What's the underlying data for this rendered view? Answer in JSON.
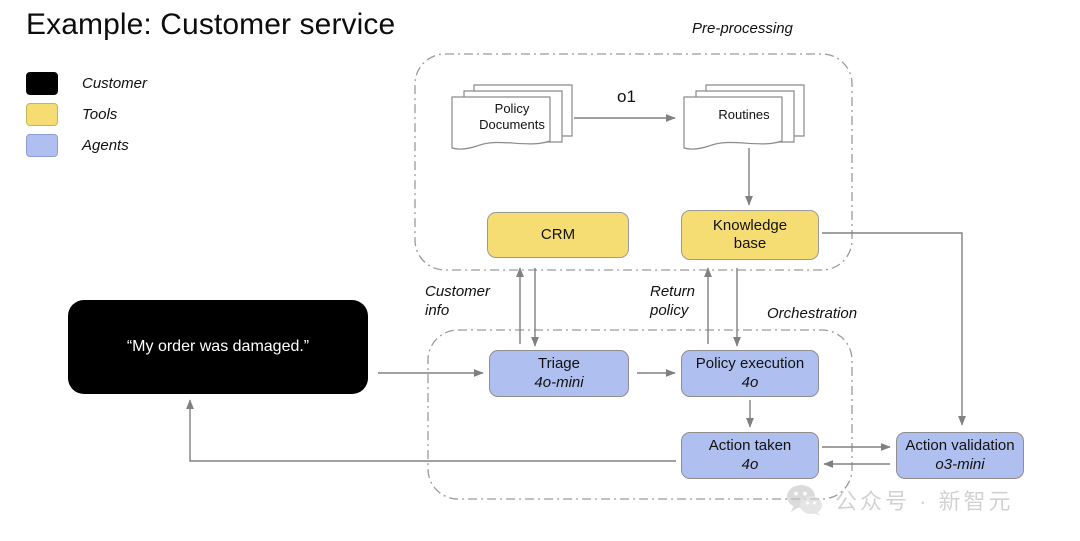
{
  "title": "Example: Customer service",
  "colors": {
    "customer": "#000000",
    "tools": "#F6DD73",
    "agents": "#AFC0F0",
    "stroke": "#6e6e6e",
    "group_border": "#9a9a9a"
  },
  "legend": {
    "items": [
      {
        "label": "Customer",
        "color": "#000000",
        "swatch": "customer"
      },
      {
        "label": "Tools",
        "color": "#F6DD73",
        "swatch": "tools"
      },
      {
        "label": "Agents",
        "color": "#AFC0F0",
        "swatch": "agents"
      }
    ]
  },
  "groups": [
    {
      "id": "pre-processing",
      "label": "Pre-processing"
    },
    {
      "id": "orchestration",
      "label": "Orchestration"
    }
  ],
  "nodes": {
    "policy_documents": {
      "label": "Policy\nDocuments",
      "line1": "Policy",
      "line2": "Documents",
      "type": "document-stack"
    },
    "routines": {
      "label": "Routines",
      "line1": "Routines",
      "line2": "",
      "type": "document-stack"
    },
    "crm": {
      "title": "CRM",
      "subtitle": "",
      "type": "tool"
    },
    "knowledge_base": {
      "title": "Knowledge",
      "title2": "base",
      "subtitle": "",
      "type": "tool"
    },
    "customer": {
      "title": "“My order was damaged.”",
      "type": "customer"
    },
    "triage": {
      "title": "Triage",
      "subtitle": "4o-mini",
      "type": "agent"
    },
    "policy_execution": {
      "title": "Policy execution",
      "subtitle": "4o",
      "type": "agent"
    },
    "action_taken": {
      "title": "Action taken",
      "subtitle": "4o",
      "type": "agent"
    },
    "action_validation": {
      "title": "Action validation",
      "subtitle": "o3-mini",
      "type": "agent"
    }
  },
  "edges": {
    "o1": "o1",
    "customer_info_line1": "Customer",
    "customer_info_line2": "info",
    "return_policy_line1": "Return",
    "return_policy_line2": "policy"
  },
  "watermark": {
    "text": "公众号 · 新智元",
    "icon": "wechat-icon"
  }
}
